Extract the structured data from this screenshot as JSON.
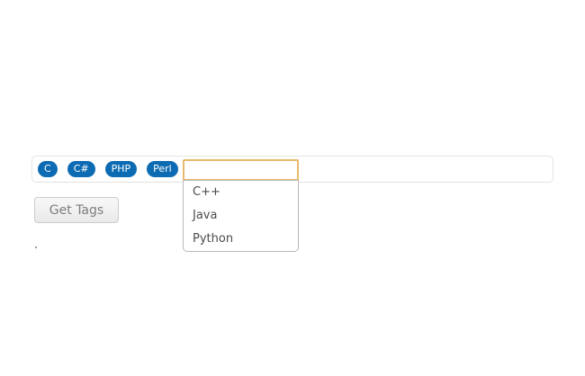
{
  "colors": {
    "tag-blue": "#0d6bb3",
    "tag-text": "#ffffff",
    "input-focus-border": "#e9b96a",
    "dropdown-border": "#b9b9b9",
    "dropdown-text": "#4a4a4a",
    "box-border": "#e3e3e3",
    "button-border": "#cccccc",
    "button-text": "#7d7d7d"
  },
  "tag_box": {
    "tags": [
      {
        "label": "C"
      },
      {
        "label": "C#"
      },
      {
        "label": "PHP"
      },
      {
        "label": "Perl"
      }
    ],
    "input": {
      "value": "",
      "placeholder": ""
    }
  },
  "autocomplete": {
    "items": [
      {
        "label": "C++"
      },
      {
        "label": "Java"
      },
      {
        "label": "Python"
      }
    ]
  },
  "button": {
    "label": "Get Tags"
  },
  "footer": {
    "period": "."
  }
}
